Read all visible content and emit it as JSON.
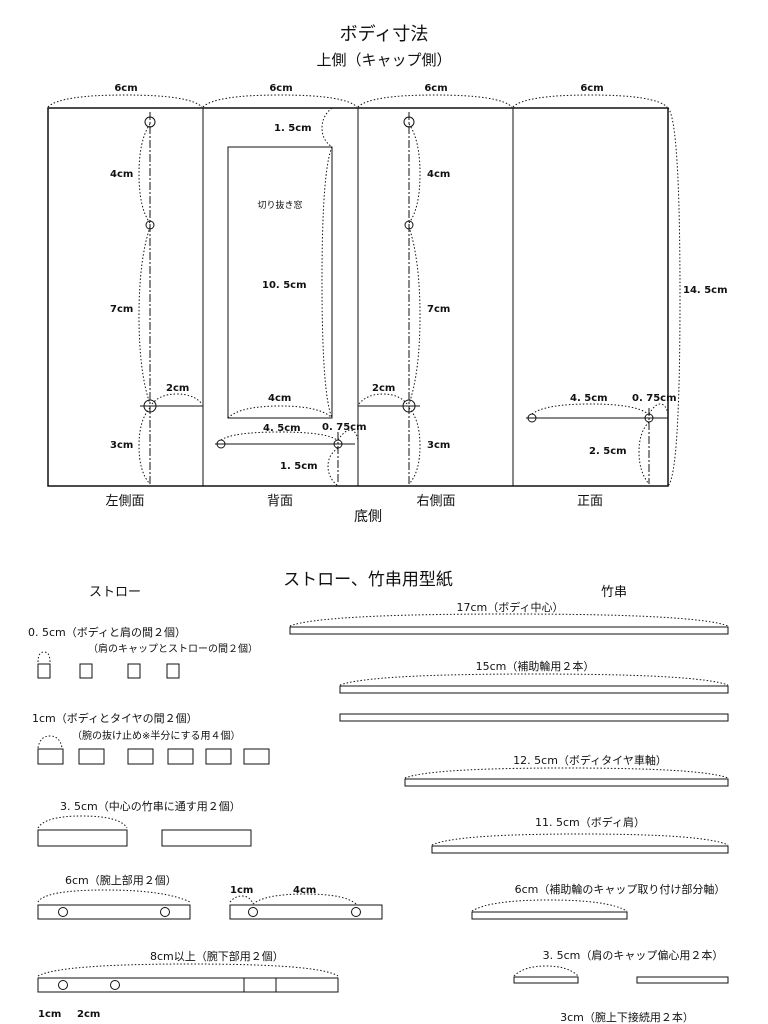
{
  "body_section": {
    "title": "ボディ寸法",
    "top_side": "上側（キャップ側）",
    "bottom_side": "底側",
    "panel_widths": [
      "6cm",
      "6cm",
      "6cm",
      "6cm"
    ],
    "panel_labels": [
      "左側面",
      "背面",
      "右側面",
      "正面"
    ],
    "height_label": "14. 5cm",
    "window_label": "切り抜き窓",
    "left": {
      "d1": "4cm",
      "d2": "7cm",
      "d3": "3cm",
      "d4": "2cm"
    },
    "back": {
      "top_gap": "1. 5cm",
      "window_h": "10. 5cm",
      "window_w": "4cm",
      "w45": "4. 5cm",
      "w075": "0. 75cm",
      "bottom_gap": "1. 5cm"
    },
    "right": {
      "d1": "4cm",
      "d2": "7cm",
      "d3": "3cm",
      "d4": "2cm"
    },
    "front": {
      "w45": "4. 5cm",
      "w075": "0. 75cm",
      "h25": "2. 5cm"
    }
  },
  "pattern_section": {
    "title": "ストロー、竹串用型紙",
    "straw_heading": "ストロー",
    "skewer_heading": "竹串",
    "straws": [
      {
        "label": "0. 5cm（ボディと肩の間２個）",
        "sub": "（肩のキャップとストローの間２個）"
      },
      {
        "label": "1cm（ボディとタイヤの間２個）",
        "sub": "（腕の抜け止め※半分にする用４個）"
      },
      {
        "label": "3. 5cm（中心の竹串に通す用２個）"
      },
      {
        "label": "6cm（腕上部用２個）",
        "a": "1cm",
        "b": "4cm"
      },
      {
        "label": "8cm以上（腕下部用２個）",
        "a": "1cm",
        "b": "2cm"
      }
    ],
    "skewers": [
      "17cm（ボディ中心）",
      "15cm（補助輪用２本）",
      "12. 5cm（ボディタイヤ車軸）",
      "11. 5cm（ボディ肩）",
      "6cm（補助輪のキャップ取り付け部分軸）",
      "3. 5cm（肩のキャップ偏心用２本）",
      "3cm（腕上下接続用２本）"
    ]
  }
}
